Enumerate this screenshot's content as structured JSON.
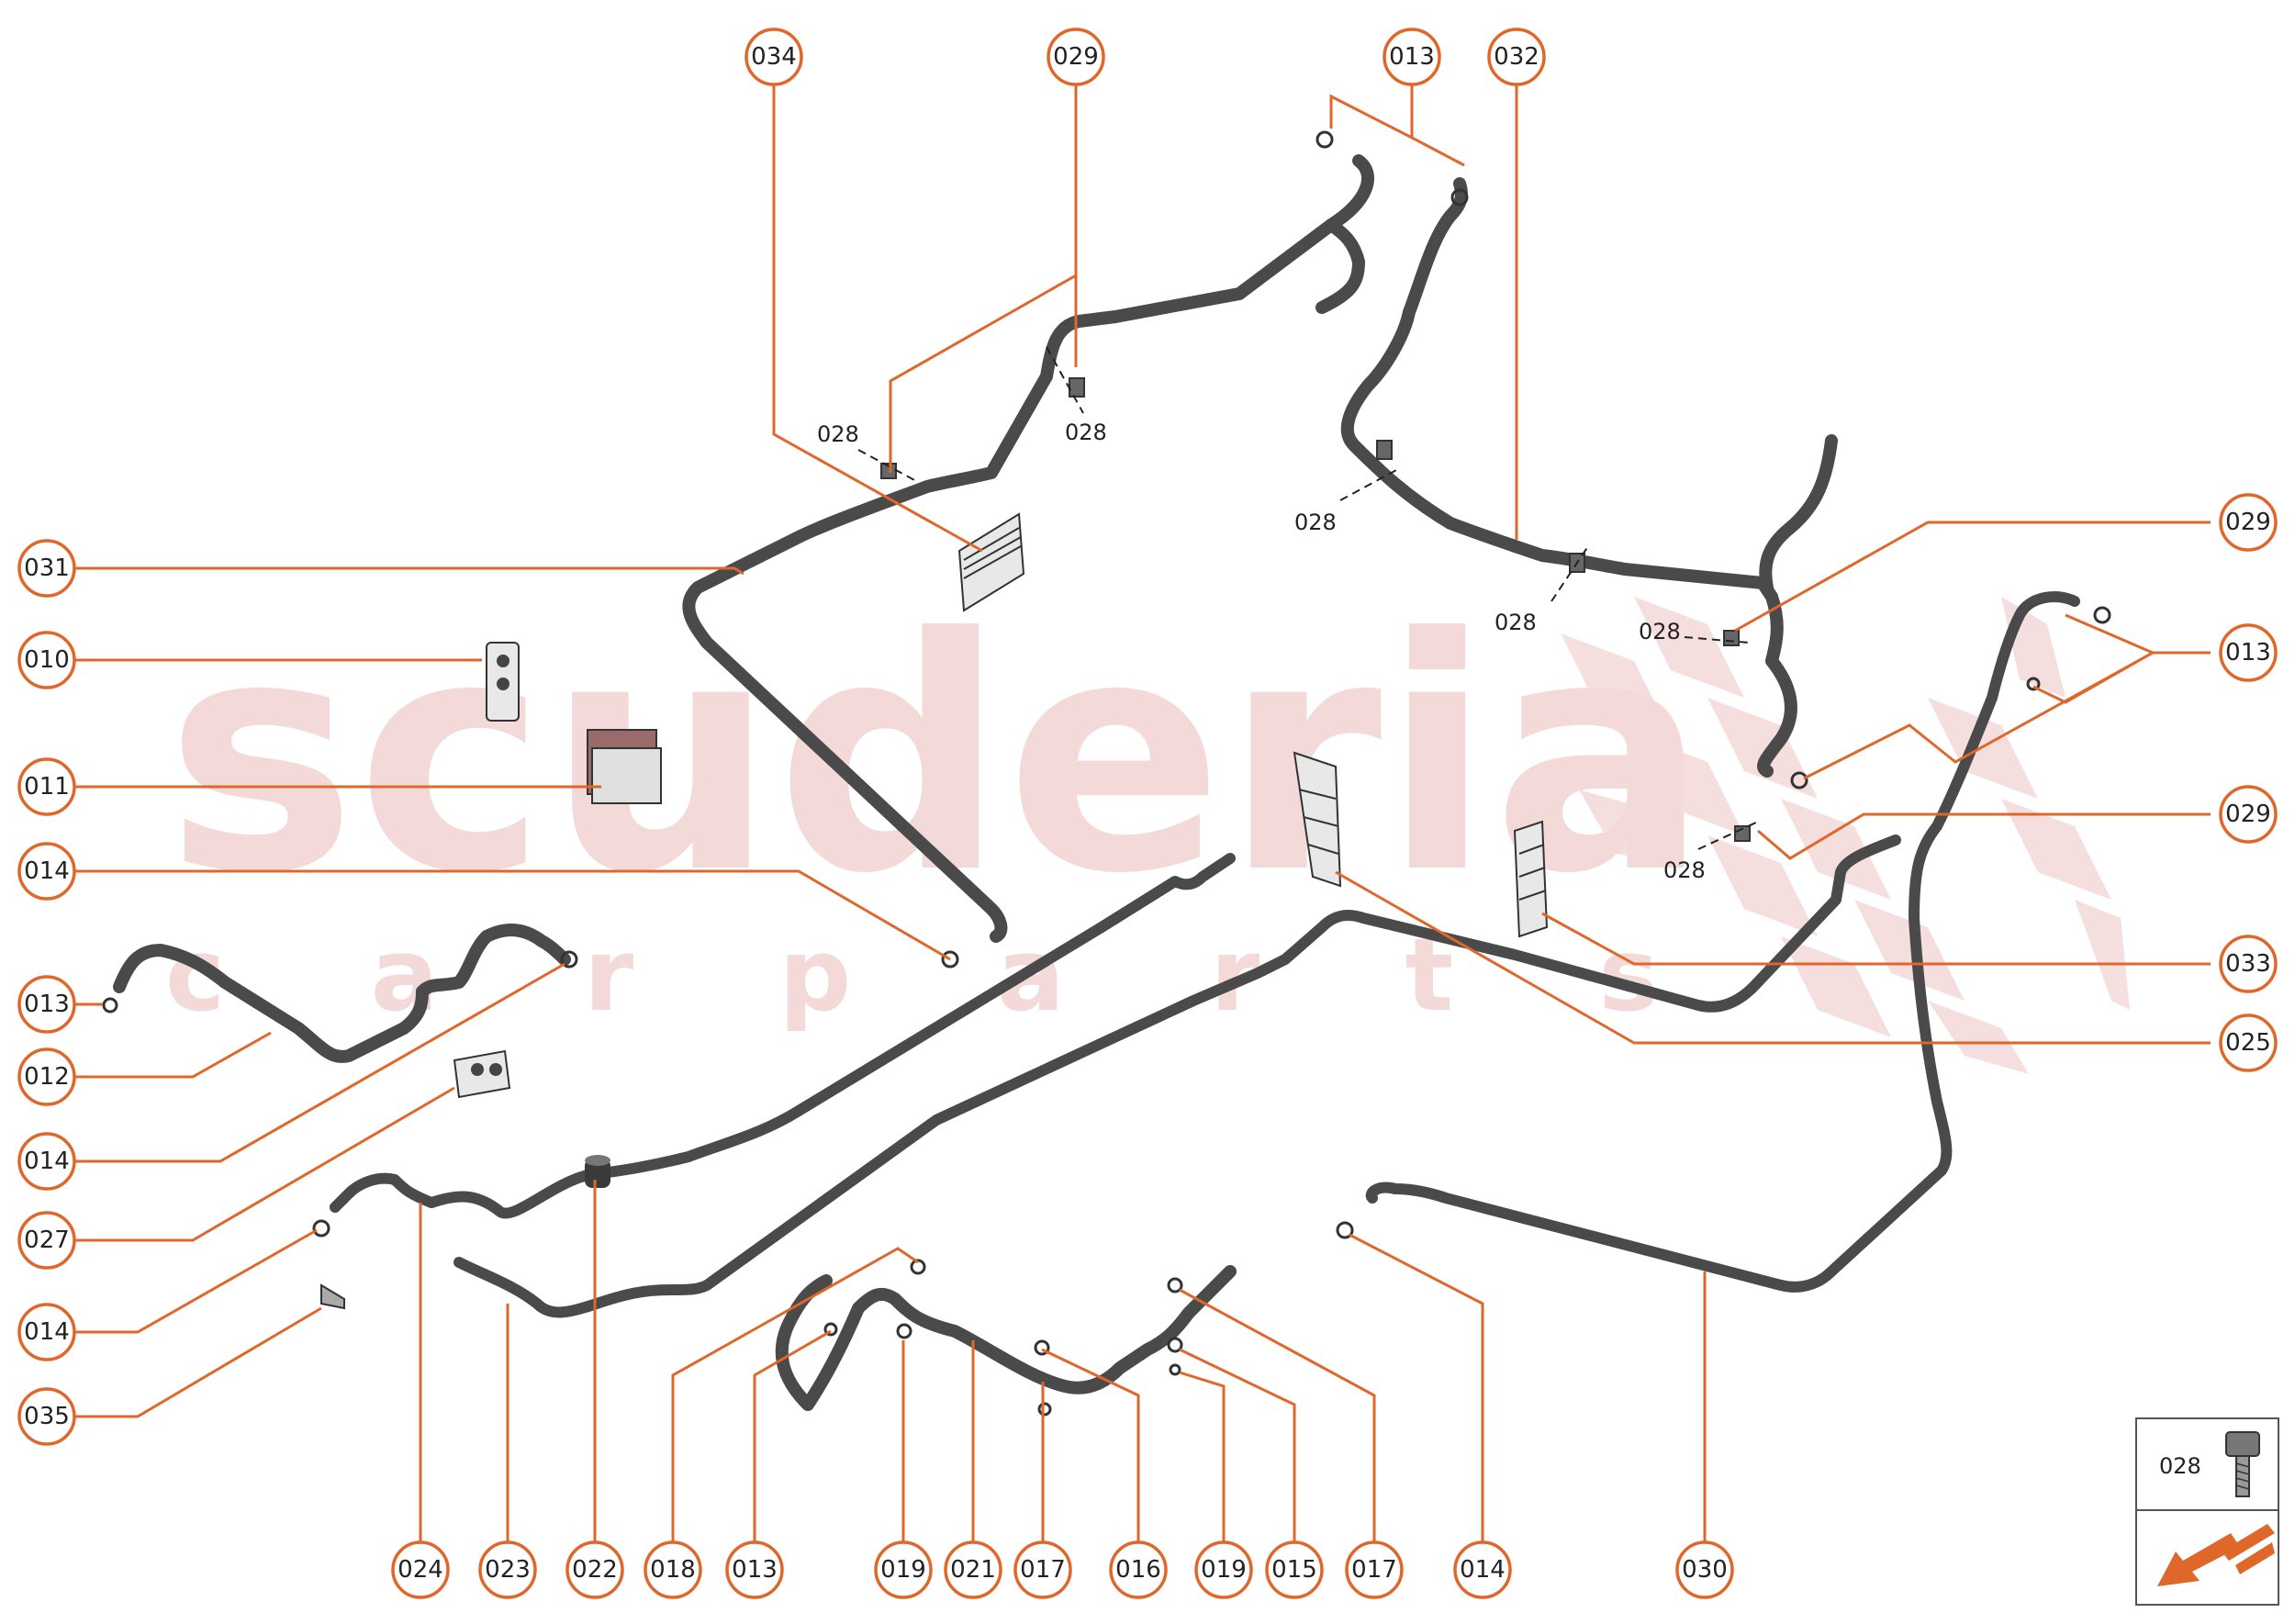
{
  "watermark": {
    "brand": "scuderia",
    "sub": "c a r p a r t s"
  },
  "callouts": [
    {
      "id": "c034",
      "label": "034"
    },
    {
      "id": "c029a",
      "label": "029"
    },
    {
      "id": "c013a",
      "label": "013"
    },
    {
      "id": "c032",
      "label": "032"
    },
    {
      "id": "c031",
      "label": "031"
    },
    {
      "id": "c010",
      "label": "010"
    },
    {
      "id": "c011",
      "label": "011"
    },
    {
      "id": "c014a",
      "label": "014"
    },
    {
      "id": "c013b",
      "label": "013"
    },
    {
      "id": "c012",
      "label": "012"
    },
    {
      "id": "c014b",
      "label": "014"
    },
    {
      "id": "c027",
      "label": "027"
    },
    {
      "id": "c014c",
      "label": "014"
    },
    {
      "id": "c035",
      "label": "035"
    },
    {
      "id": "c029b",
      "label": "029"
    },
    {
      "id": "c013c",
      "label": "013"
    },
    {
      "id": "c029c",
      "label": "029"
    },
    {
      "id": "c033",
      "label": "033"
    },
    {
      "id": "c025",
      "label": "025"
    },
    {
      "id": "c024",
      "label": "024"
    },
    {
      "id": "c023",
      "label": "023"
    },
    {
      "id": "c022",
      "label": "022"
    },
    {
      "id": "c018",
      "label": "018"
    },
    {
      "id": "c013d",
      "label": "013"
    },
    {
      "id": "c019a",
      "label": "019"
    },
    {
      "id": "c021",
      "label": "021"
    },
    {
      "id": "c017a",
      "label": "017"
    },
    {
      "id": "c016",
      "label": "016"
    },
    {
      "id": "c019b",
      "label": "019"
    },
    {
      "id": "c015",
      "label": "015"
    },
    {
      "id": "c017b",
      "label": "017"
    },
    {
      "id": "c014d",
      "label": "014"
    },
    {
      "id": "c030",
      "label": "030"
    }
  ],
  "bolt_labels": [
    "028",
    "028",
    "028",
    "028",
    "028",
    "028"
  ],
  "legend": {
    "part_label": "028"
  },
  "colors": {
    "accent": "#e0672a",
    "hose": "#4a4a4a",
    "watermark": "#f4d9d9"
  }
}
